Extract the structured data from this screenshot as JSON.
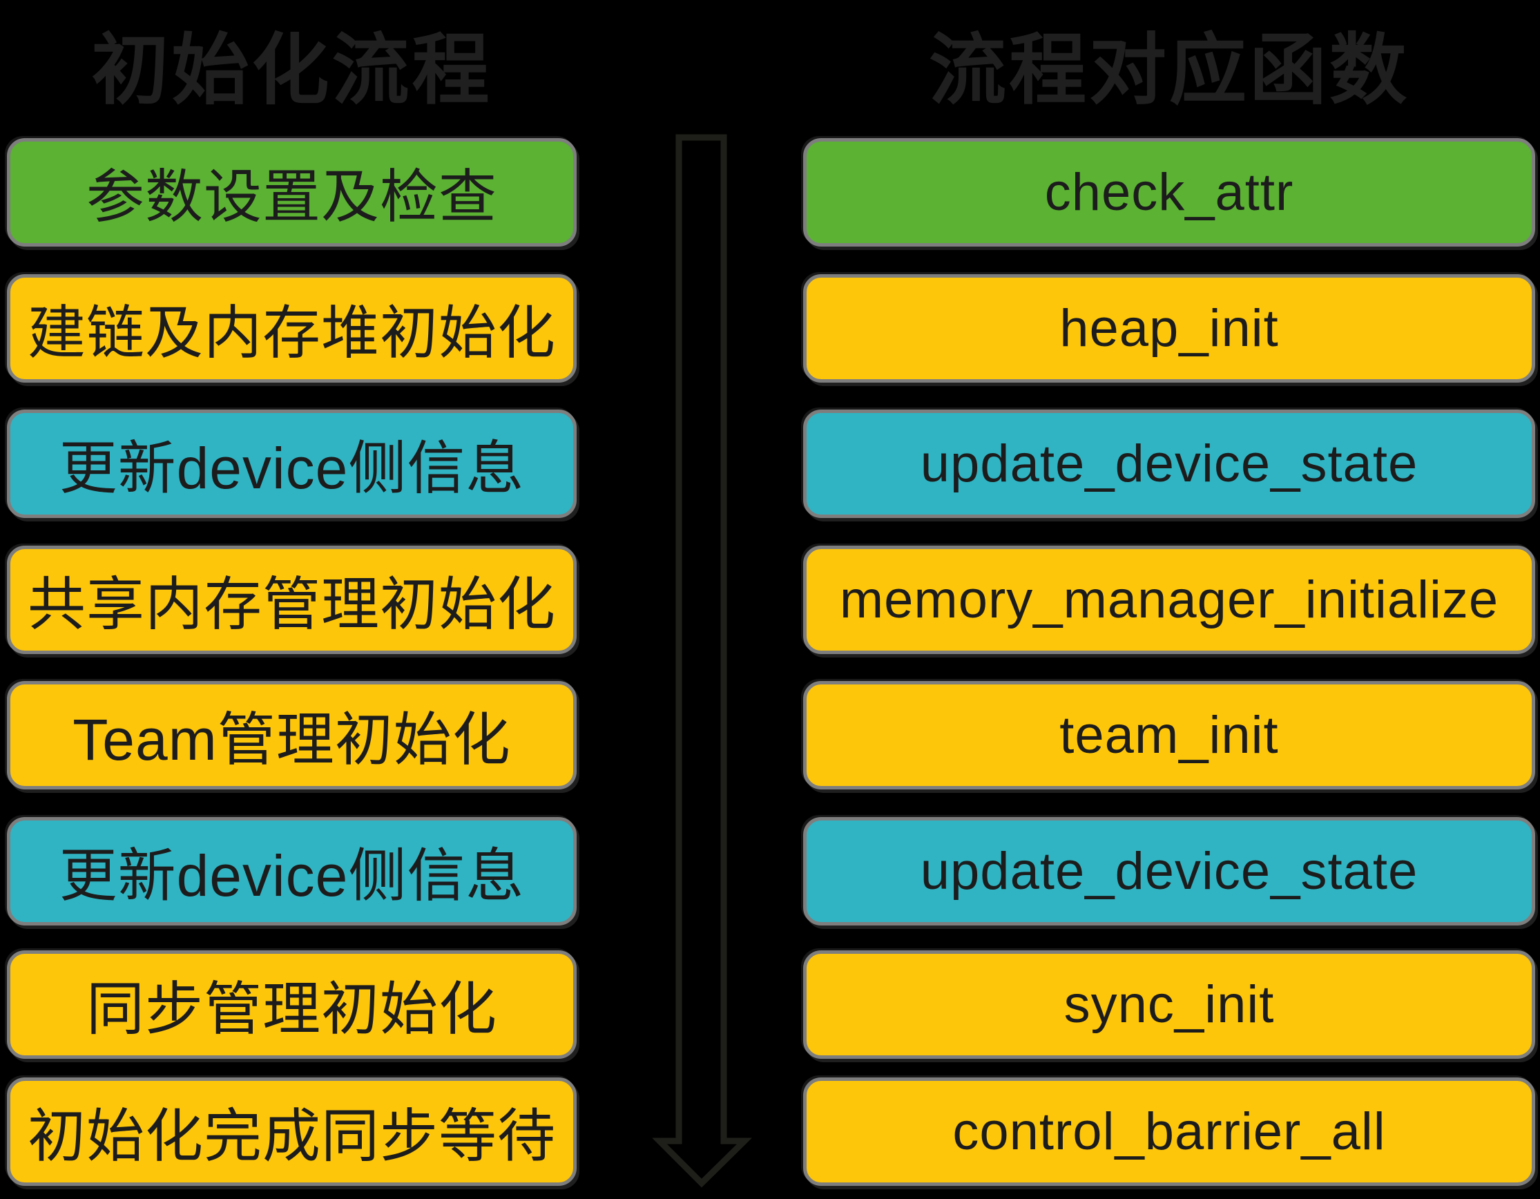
{
  "titles": {
    "left": "初始化流程",
    "right": "流程对应函数"
  },
  "colors": {
    "green": "#5bb233",
    "yellow": "#fec60a",
    "teal": "#30b4c3",
    "border": "#7e7e7e",
    "background": "#000000",
    "title_text": "#1f1f1f",
    "box_text": "#1c1c1c",
    "arrow_outline": "#1f1f1a"
  },
  "rows": [
    {
      "step": "参数设置及检查",
      "function": "check_attr",
      "color": "green"
    },
    {
      "step": "建链及内存堆初始化",
      "function": "heap_init",
      "color": "yellow"
    },
    {
      "step": "更新device侧信息",
      "function": "update_device_state",
      "color": "teal"
    },
    {
      "step": "共享内存管理初始化",
      "function": "memory_manager_initialize",
      "color": "yellow"
    },
    {
      "step": "Team管理初始化",
      "function": "team_init",
      "color": "yellow"
    },
    {
      "step": "更新device侧信息",
      "function": "update_device_state",
      "color": "teal"
    },
    {
      "step": "同步管理初始化",
      "function": "sync_init",
      "color": "yellow"
    },
    {
      "step": "初始化完成同步等待",
      "function": "control_barrier_all",
      "color": "yellow"
    }
  ],
  "arrow": {
    "direction": "down"
  }
}
